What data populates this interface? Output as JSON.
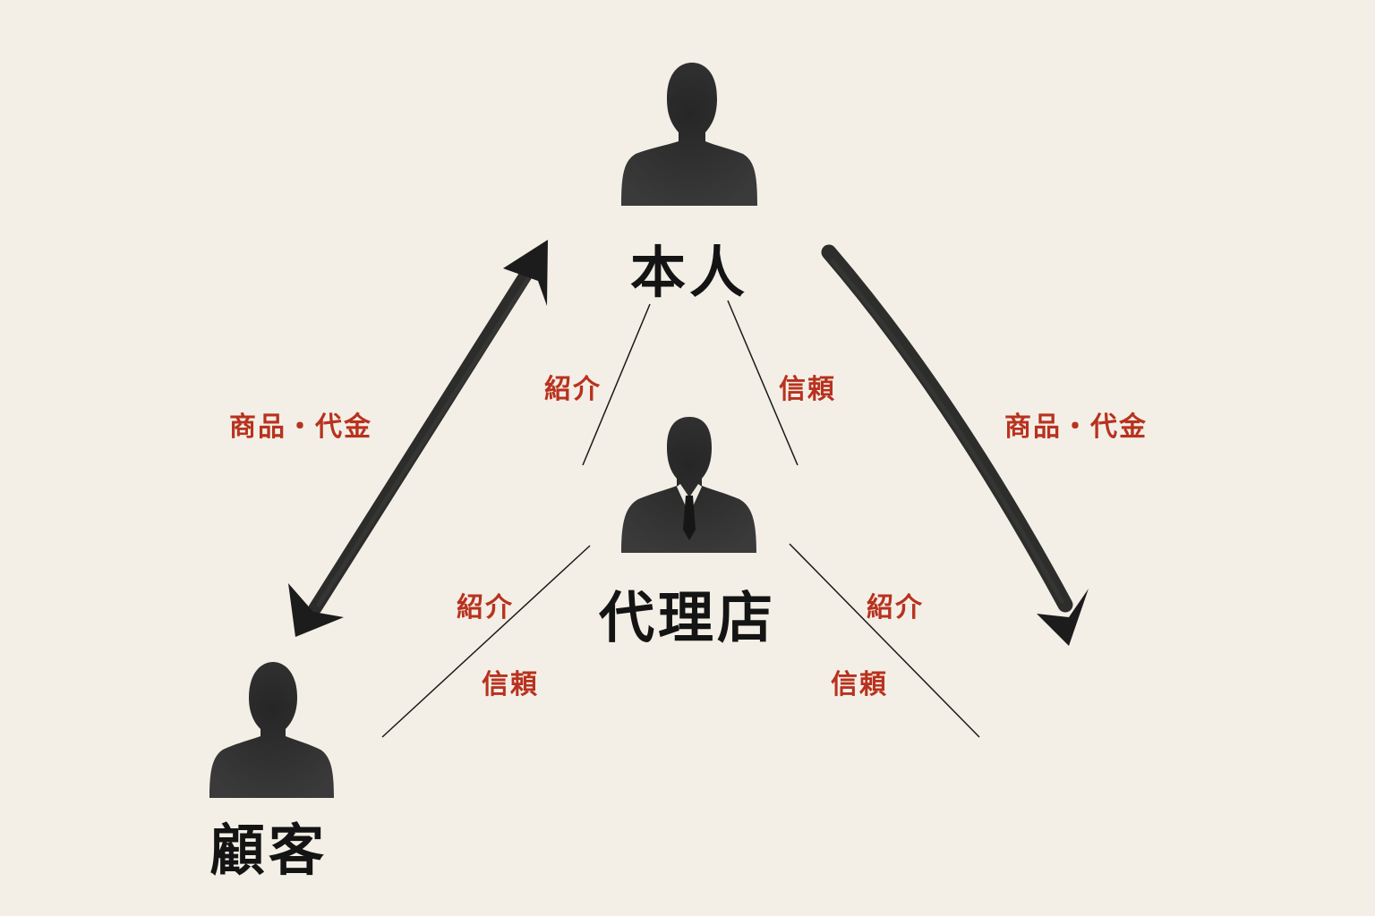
{
  "colors": {
    "background": "#f3efe6",
    "ink": "#1a1a1a",
    "accent_red": "#b8321f"
  },
  "nodes": {
    "principal": {
      "label": "本人",
      "icon": "person-silhouette-icon"
    },
    "agency": {
      "label": "代理店",
      "icon": "person-in-suit-icon"
    },
    "customer": {
      "label": "顧客",
      "icon": "person-silhouette-icon"
    }
  },
  "relations": {
    "left_arrow_label": "商品・代金",
    "right_arrow_label": "商品・代金",
    "top_left_line_label": "紹介",
    "top_right_line_label": "信頼",
    "bottom_left_line_label_1": "紹介",
    "bottom_left_line_label_2": "信頼",
    "bottom_right_line_label_1": "紹介",
    "bottom_right_line_label_2": "信頼"
  }
}
